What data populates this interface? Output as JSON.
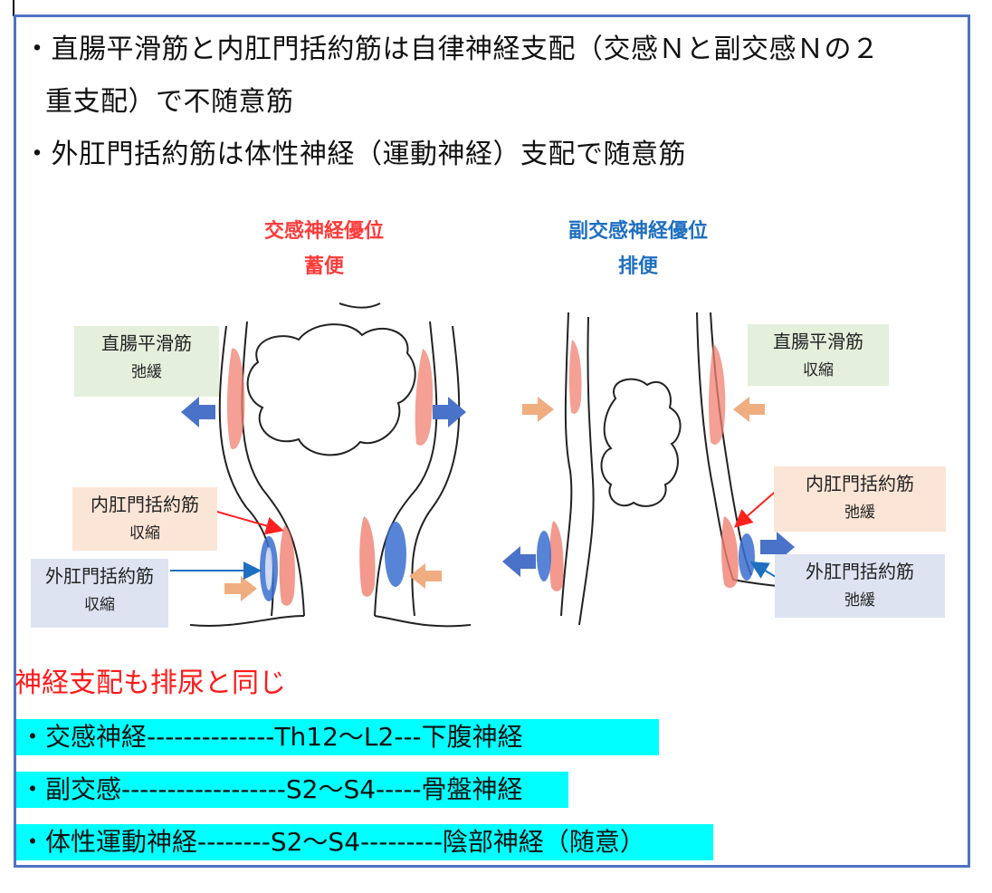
{
  "bullets": [
    "・直腸平滑筋と内肛門括約筋は自律神経支配（交感Ｎと副交感Ｎの２",
    "重支配）で不随意筋",
    "・外肛門括約筋は体性神経（運動神経）支配で随意筋"
  ],
  "left_panel": {
    "title1": "交感神経優位",
    "title2": "蓄便",
    "rectum": {
      "name": "直腸平滑筋",
      "state": "弛緩"
    },
    "internal": {
      "name": "内肛門括約筋",
      "state": "収縮"
    },
    "external": {
      "name": "外肛門括約筋",
      "state": "収縮"
    }
  },
  "right_panel": {
    "title1": "副交感神経優位",
    "title2": "排便",
    "rectum": {
      "name": "直腸平滑筋",
      "state": "収縮"
    },
    "internal": {
      "name": "内肛門括約筋",
      "state": "弛緩"
    },
    "external": {
      "name": "外肛門括約筋",
      "state": "弛緩"
    }
  },
  "note": "神経支配も排尿と同じ",
  "nerve_rows": [
    "・交感神経--------------Th12〜L2---下腹神経",
    "・副交感------------------S2〜S4-----骨盤神経",
    "・体性運動神経--------S2〜S4---------陰部神経（随意）"
  ],
  "colors": {
    "border": "#4f72c4",
    "sympathetic": "#ff3b3b",
    "parasympathetic": "#1f6fc0",
    "highlight": "#00ffff",
    "muscle": "#f08070",
    "external_muscle": "#3b6fd0",
    "arrow_blue": "#4a72c8",
    "arrow_peach": "#efad80"
  }
}
